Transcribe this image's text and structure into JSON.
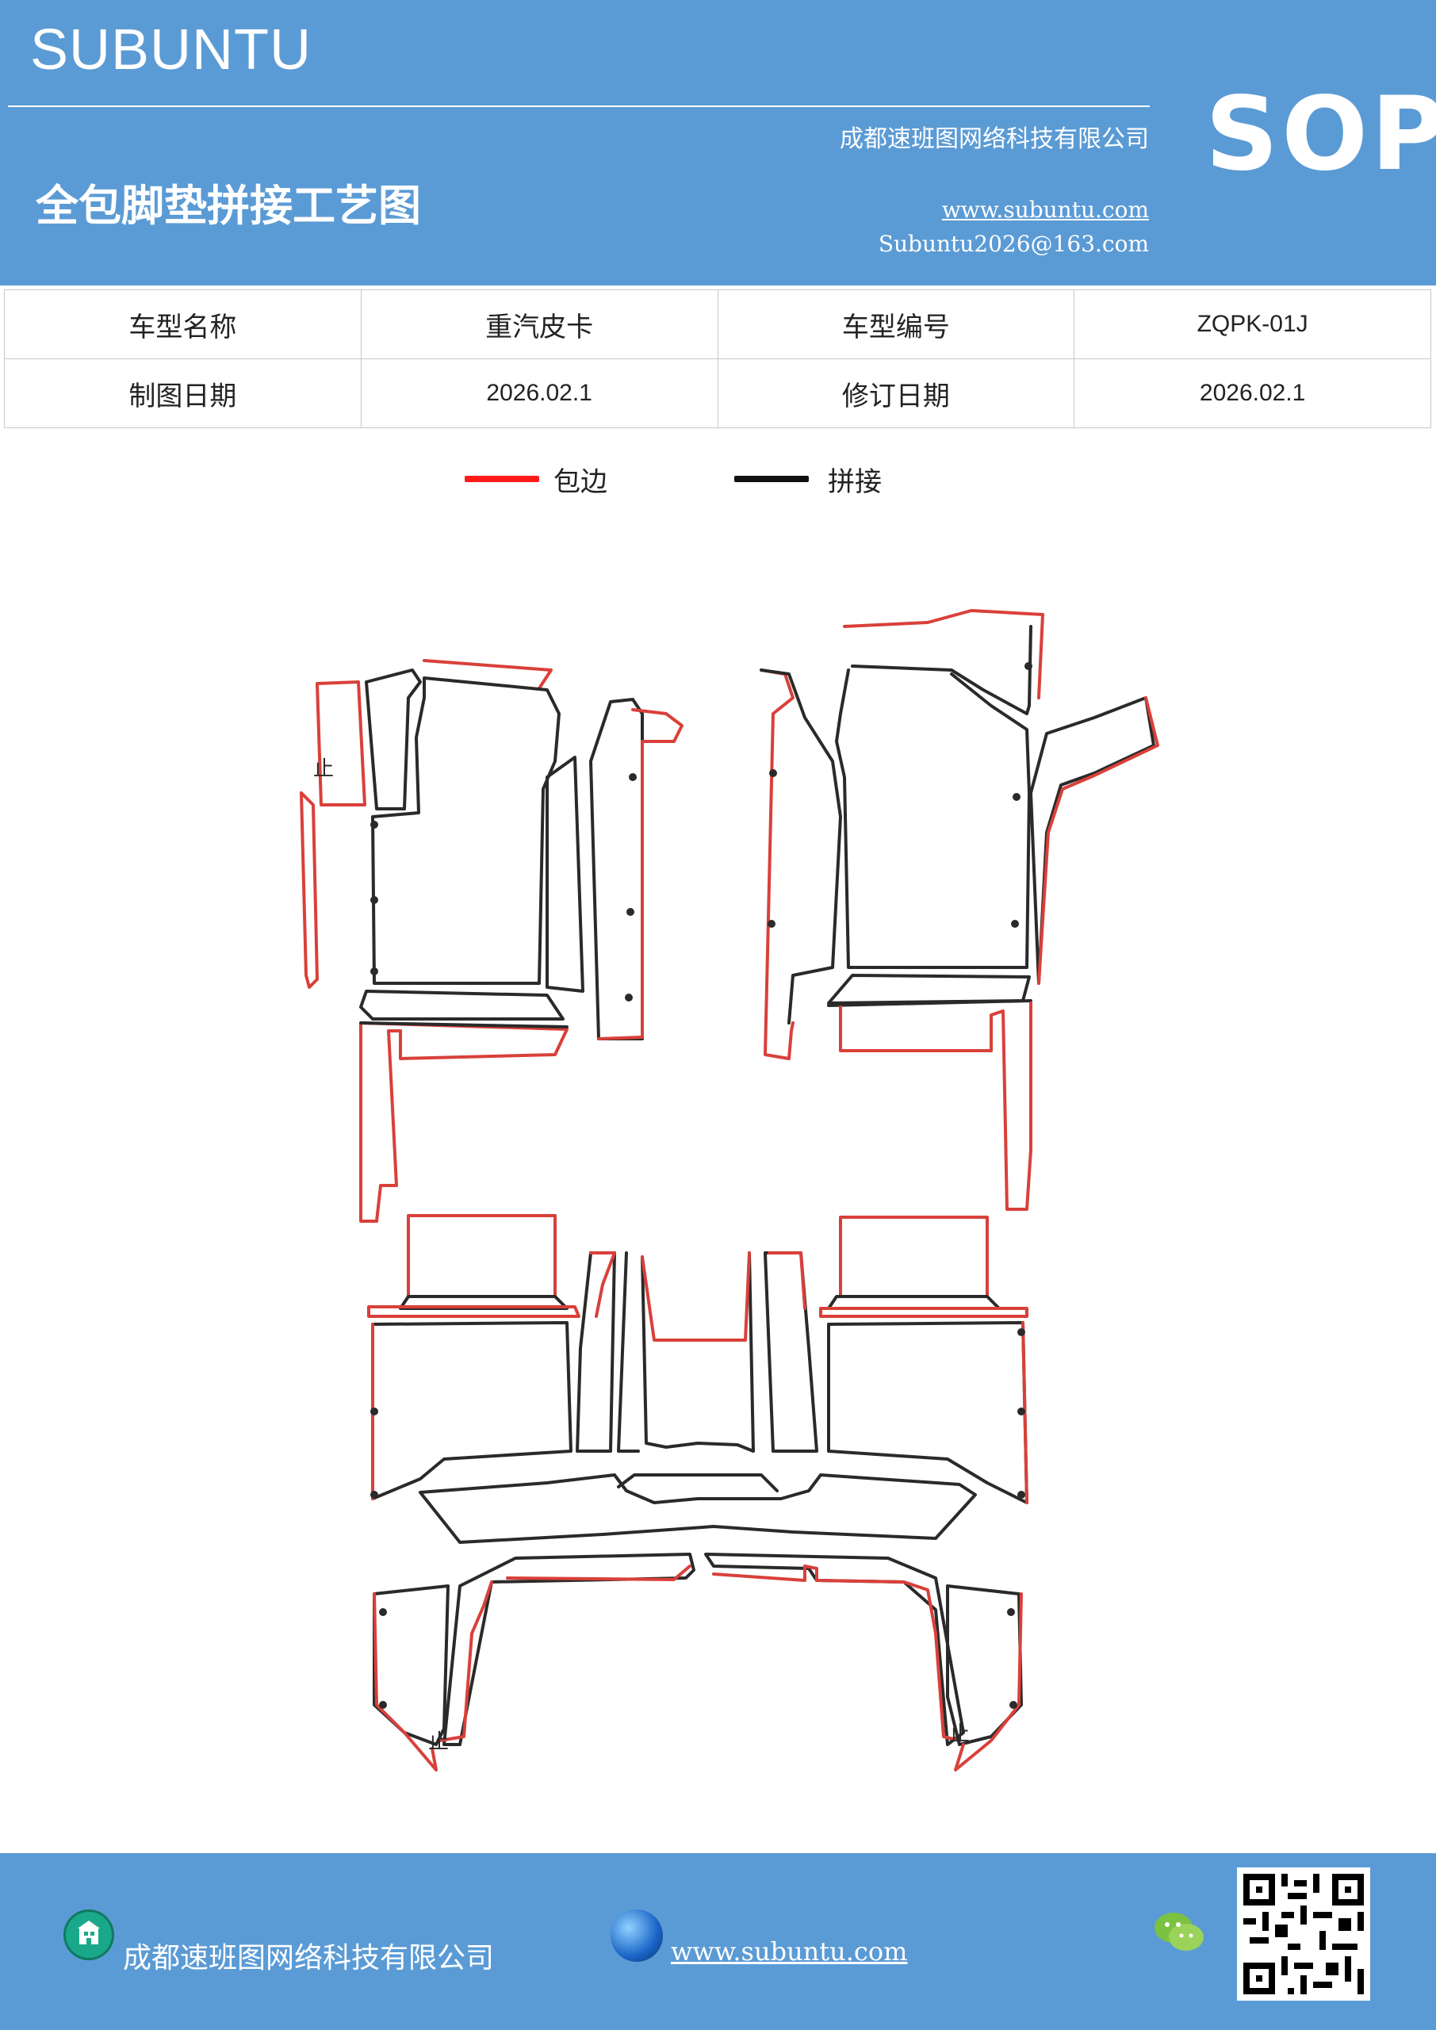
{
  "header": {
    "brand": "SUBUNTU",
    "sop": "SOP",
    "company": "成都速班图网络科技有限公司",
    "title": "全包脚垫拼接工艺图",
    "website": "www.subuntu.com",
    "email": "Subuntu2026@163.com"
  },
  "info_table": {
    "rows": [
      [
        "车型名称",
        "重汽皮卡",
        "车型编号",
        "ZQPK-01J"
      ],
      [
        "制图日期",
        "2026.02.1",
        "修订日期",
        "2026.02.1"
      ]
    ]
  },
  "legend": {
    "items": [
      {
        "label": "包边",
        "color": "#ff1a1a"
      },
      {
        "label": "拼接",
        "color": "#111111"
      }
    ]
  },
  "drawing": {
    "edge_color": "#d9403a",
    "seam_color": "#2a2a2a",
    "marker": "止"
  },
  "footer": {
    "company": "成都速班图网络科技有限公司",
    "website": "www.subuntu.com",
    "icons": [
      "building-icon",
      "globe-icon",
      "wechat-icon",
      "qr-code"
    ]
  }
}
